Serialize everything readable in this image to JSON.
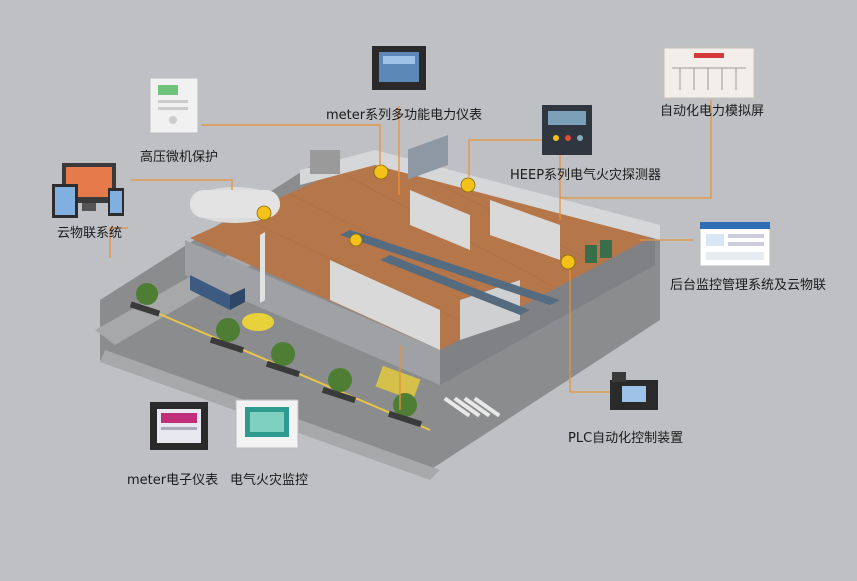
{
  "labels": {
    "relay": "高压微机保护",
    "meter_multi": "meter系列多功能电力仪表",
    "heep": "HEEP系列电气火灾探测器",
    "sim_screen": "自动化电力模拟屏",
    "iot": "云物联系统",
    "backend": "后台监控管理系统及云物联",
    "plc": "PLC自动化控制装置",
    "meter_elec": "meter电子仪表",
    "fire_monitor": "电气火灾监控"
  },
  "colors": {
    "background": "#bfc0c3",
    "connector": "#e8923a",
    "floor": "#b5764a",
    "sensor": "#f2c21b"
  },
  "icons": [
    "relay-device-icon",
    "power-meter-icon",
    "fire-detector-icon",
    "simulation-panel-icon",
    "cloud-devices-icon",
    "monitoring-screen-icon",
    "plc-device-icon",
    "electronic-meter-icon",
    "fire-monitor-icon"
  ]
}
